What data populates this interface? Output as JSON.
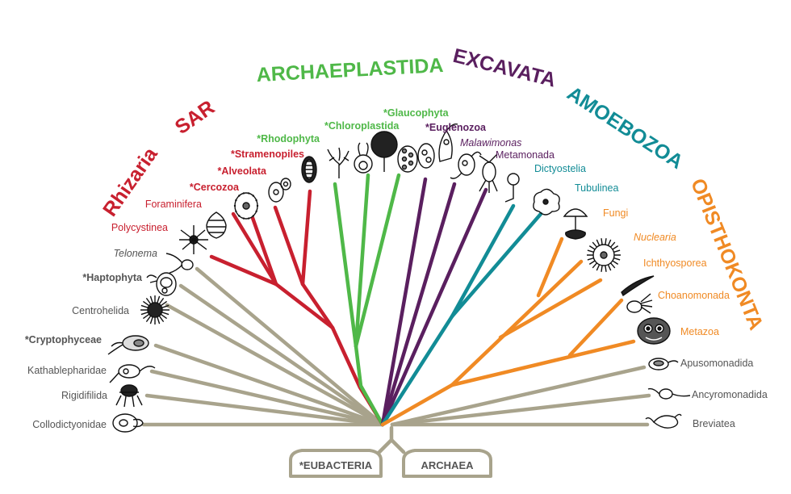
{
  "colors": {
    "sar": "#c8202f",
    "archaeplastida": "#4fb848",
    "excavata": "#5a1f5f",
    "amoebozoa": "#128c96",
    "opisthokonta": "#f08a24",
    "other": "#a8a38c",
    "text_grey": "#555555"
  },
  "supergroups": [
    {
      "key": "rhizaria",
      "text": "Rhizaria",
      "color": "#c8202f"
    },
    {
      "key": "sar",
      "text": "SAR",
      "color": "#c8202f"
    },
    {
      "key": "archaeplastida",
      "text": "ARCHAEPLASTIDA",
      "color": "#4fb848"
    },
    {
      "key": "excavata",
      "text": "EXCAVATA",
      "color": "#5a1f5f"
    },
    {
      "key": "amoebozoa",
      "text": "AMOEBOZOA",
      "color": "#128c96"
    },
    {
      "key": "opisthokonta",
      "text": "OPISTHOKONTA",
      "color": "#f08a24"
    }
  ],
  "taxa": [
    {
      "key": "collodictyonidae",
      "text": "Collodictyonidae",
      "color": "#555555",
      "style": ""
    },
    {
      "key": "rigidifilida",
      "text": "Rigidifilida",
      "color": "#555555",
      "style": ""
    },
    {
      "key": "kathablepharidae",
      "text": "Kathablepharidae",
      "color": "#555555",
      "style": ""
    },
    {
      "key": "cryptophyceae",
      "text": "*Cryptophyceae",
      "color": "#555555",
      "style": "bold"
    },
    {
      "key": "centrohelida",
      "text": "Centrohelida",
      "color": "#555555",
      "style": ""
    },
    {
      "key": "haptophyta",
      "text": "*Haptophyta",
      "color": "#555555",
      "style": "bold"
    },
    {
      "key": "telonema",
      "text": "Telonema",
      "color": "#555555",
      "style": "ital"
    },
    {
      "key": "polycystinea",
      "text": "Polycystinea",
      "color": "#c8202f",
      "style": ""
    },
    {
      "key": "foraminifera",
      "text": "Foraminifera",
      "color": "#c8202f",
      "style": ""
    },
    {
      "key": "cercozoa",
      "text": "*Cercozoa",
      "color": "#c8202f",
      "style": "bold"
    },
    {
      "key": "alveolata",
      "text": "*Alveolata",
      "color": "#c8202f",
      "style": "bold"
    },
    {
      "key": "stramenopiles",
      "text": "*Stramenopiles",
      "color": "#c8202f",
      "style": "bold"
    },
    {
      "key": "rhodophyta",
      "text": "*Rhodophyta",
      "color": "#4fb848",
      "style": "bold"
    },
    {
      "key": "chloroplastida",
      "text": "*Chloroplastida",
      "color": "#4fb848",
      "style": "bold"
    },
    {
      "key": "glaucophyta",
      "text": "*Glaucophyta",
      "color": "#4fb848",
      "style": "bold"
    },
    {
      "key": "euglenozoa",
      "text": "*Euglenozoa",
      "color": "#5a1f5f",
      "style": "bold"
    },
    {
      "key": "malawimonas",
      "text": "Malawimonas",
      "color": "#5a1f5f",
      "style": "ital"
    },
    {
      "key": "metamonada",
      "text": "Metamonada",
      "color": "#5a1f5f",
      "style": ""
    },
    {
      "key": "dictyostelia",
      "text": "Dictyostelia",
      "color": "#128c96",
      "style": ""
    },
    {
      "key": "tubulinea",
      "text": "Tubulinea",
      "color": "#128c96",
      "style": ""
    },
    {
      "key": "fungi",
      "text": "Fungi",
      "color": "#f08a24",
      "style": ""
    },
    {
      "key": "nuclearia",
      "text": "Nuclearia",
      "color": "#f08a24",
      "style": "ital"
    },
    {
      "key": "ichthyosporea",
      "text": "Ichthyosporea",
      "color": "#f08a24",
      "style": ""
    },
    {
      "key": "choanomonada",
      "text": "Choanomonada",
      "color": "#f08a24",
      "style": ""
    },
    {
      "key": "metazoa",
      "text": "Metazoa",
      "color": "#f08a24",
      "style": ""
    },
    {
      "key": "apusomonadida",
      "text": "Apusomonadida",
      "color": "#555555",
      "style": ""
    },
    {
      "key": "ancyromonadida",
      "text": "Ancyromonadida",
      "color": "#555555",
      "style": ""
    },
    {
      "key": "breviatea",
      "text": "Breviatea",
      "color": "#555555",
      "style": ""
    }
  ],
  "roots": {
    "eubacteria": "*EUBACTERIA",
    "archaea": "ARCHAEA"
  }
}
